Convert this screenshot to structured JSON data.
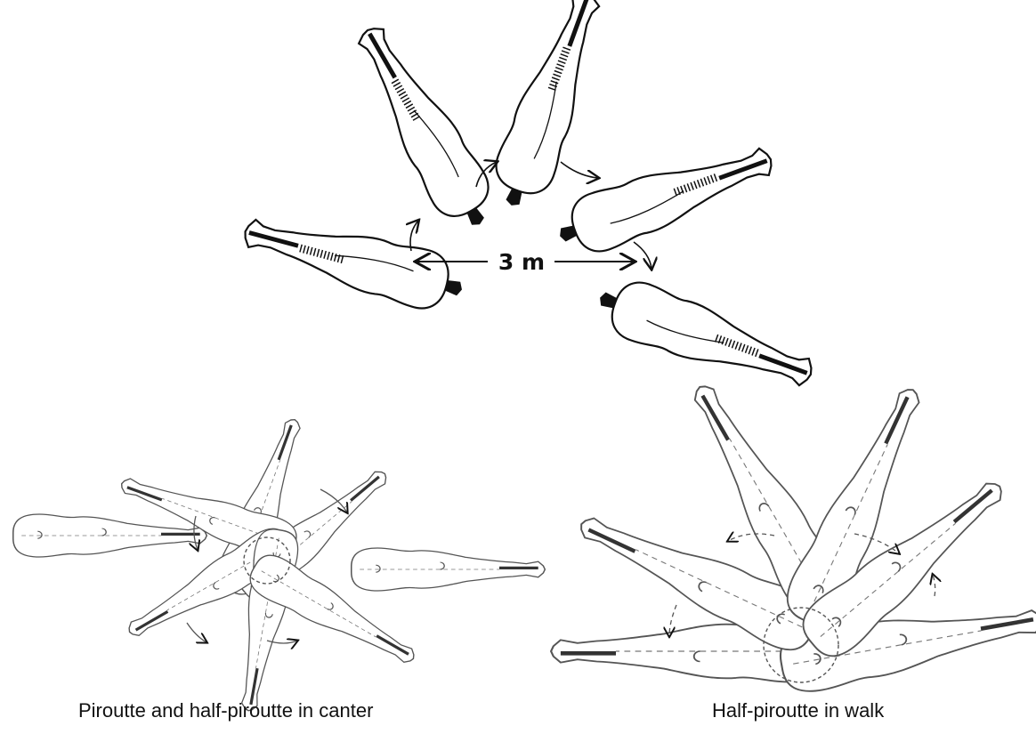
{
  "diagram": {
    "distance_label": "3 m",
    "ink_color": "#111111",
    "faint_ink_color": "#777777"
  },
  "captions": {
    "canter": "Piroutte and half-piroutte in canter",
    "walk": "Half-piroutte in walk"
  }
}
